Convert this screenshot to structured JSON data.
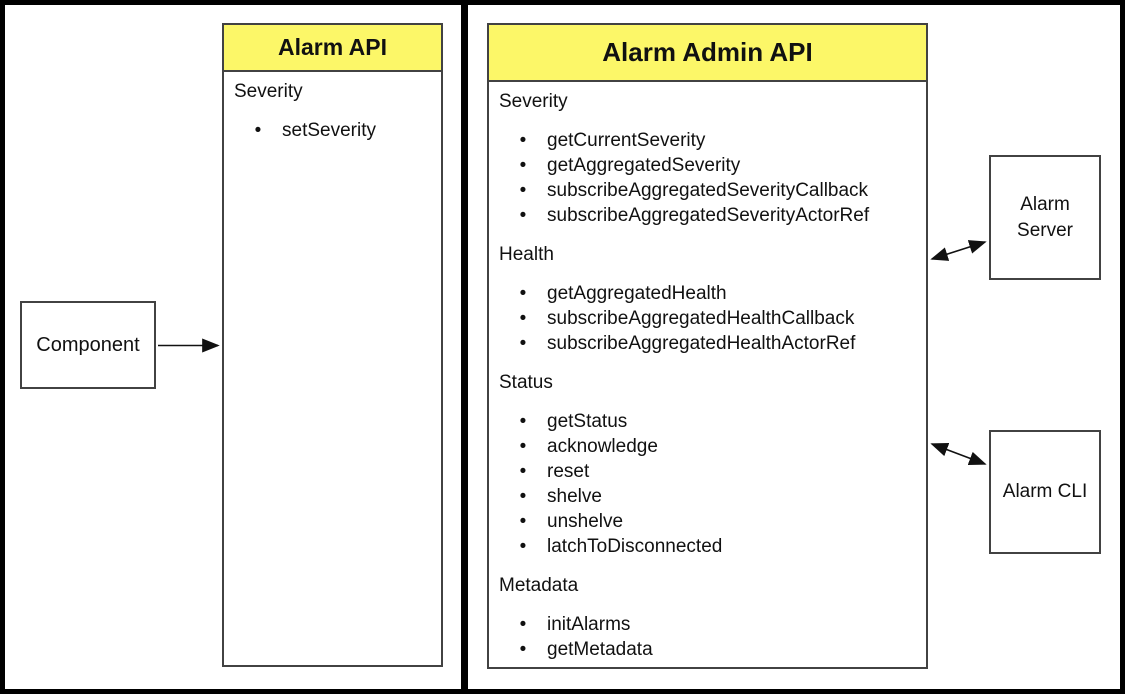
{
  "diagram": {
    "bullet_glyph": "•",
    "colors": {
      "header_yellow": "#FCF768",
      "box_border": "#424242",
      "frame_black": "#000000",
      "text": "#111111"
    },
    "component_box": {
      "label": "Component"
    },
    "alarm_api": {
      "title": "Alarm API",
      "sections": [
        {
          "label": "Severity",
          "items": [
            "setSeverity"
          ]
        }
      ]
    },
    "alarm_admin_api": {
      "title": "Alarm Admin API",
      "sections": [
        {
          "label": "Severity",
          "items": [
            "getCurrentSeverity",
            "getAggregatedSeverity",
            "subscribeAggregatedSeverityCallback",
            "subscribeAggregatedSeverityActorRef"
          ]
        },
        {
          "label": "Health",
          "items": [
            "getAggregatedHealth",
            "subscribeAggregatedHealthCallback",
            "subscribeAggregatedHealthActorRef"
          ]
        },
        {
          "label": "Status",
          "items": [
            "getStatus",
            "acknowledge",
            "reset",
            "shelve",
            "unshelve",
            "latchToDisconnected"
          ]
        },
        {
          "label": "Metadata",
          "items": [
            "initAlarms",
            "getMetadata"
          ]
        }
      ]
    },
    "alarm_server_box": {
      "label": "Alarm Server"
    },
    "alarm_cli_box": {
      "label": "Alarm CLI"
    }
  }
}
